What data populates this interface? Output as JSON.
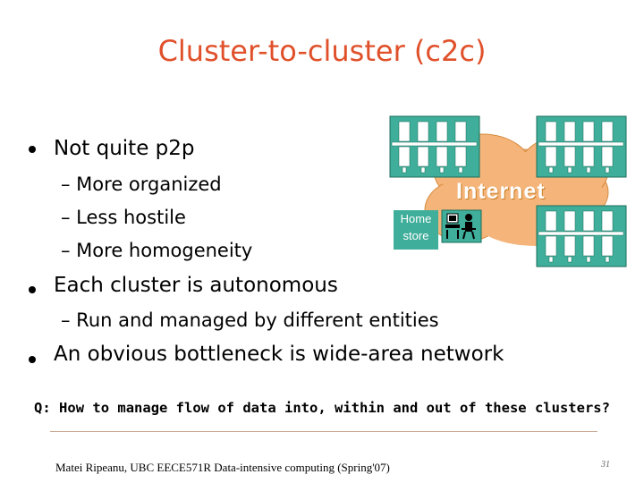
{
  "slide": {
    "title": "Cluster-to-cluster (c2c)",
    "bullets": [
      {
        "text": "Not quite p2p",
        "subs": [
          "– More organized",
          "– Less hostile",
          "– More homogeneity"
        ]
      },
      {
        "text": "Each cluster is autonomous",
        "subs": [
          "– Run and managed by different entities"
        ]
      },
      {
        "text": "An obvious bottleneck is wide-area network",
        "subs": []
      }
    ],
    "question": "Q: How to manage flow of data into, within and out of these clusters?"
  },
  "diagram": {
    "cloud_label": "Internet",
    "home_store_line1": "Home",
    "home_store_line2": "store",
    "colors": {
      "cloud": "#f4b47a",
      "cloud_edge": "#d58a3c",
      "cluster_bg": "#3fae9a",
      "cluster_border": "#1e6f5c"
    },
    "icons": [
      "cluster-icon",
      "cluster-icon",
      "cluster-icon",
      "workstation-icon"
    ]
  },
  "footer": {
    "text": "Matei Ripeanu, UBC   EECE571R Data-intensive computing (Spring'07)",
    "page": "31"
  }
}
